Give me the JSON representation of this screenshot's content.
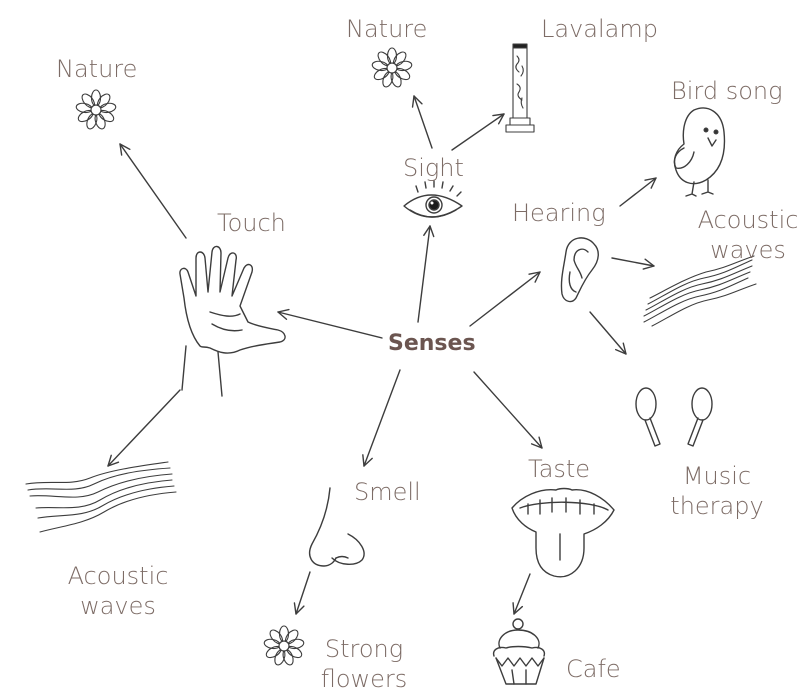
{
  "center": "Senses",
  "nodes": {
    "touch": "Touch",
    "sight": "Sight",
    "hearing": "Hearing",
    "smell": "Smell",
    "taste": "Taste"
  },
  "leaves": {
    "touch_nature": "Nature",
    "touch_waves_1": "Acoustic",
    "touch_waves_2": "waves",
    "sight_nature": "Nature",
    "sight_lavalamp": "Lavalamp",
    "hearing_bird": "Bird song",
    "hearing_waves_1": "Acoustic",
    "hearing_waves_2": "waves",
    "hearing_music_1": "Music",
    "hearing_music_2": "therapy",
    "smell_flowers_1": "Strong",
    "smell_flowers_2": "flowers",
    "taste_cafe": "Cafe"
  },
  "icons": [
    "flower-icon",
    "lava-lamp-icon",
    "eye-icon",
    "bird-icon",
    "ear-icon",
    "sound-waves-icon",
    "maracas-icon",
    "hand-icon",
    "nose-icon",
    "mouth-icon",
    "cupcake-icon"
  ]
}
